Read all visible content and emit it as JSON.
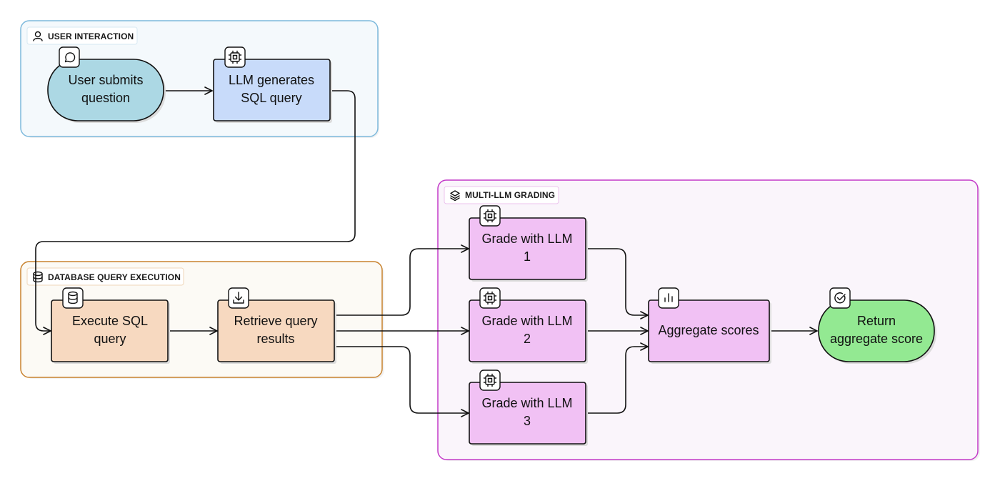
{
  "groups": {
    "user_interaction": {
      "title": "USER INTERACTION",
      "icon": "user-icon",
      "color": "#7db9dc",
      "fill": "#f4f9fc"
    },
    "database_query": {
      "title": "DATABASE QUERY EXECUTION",
      "icon": "database-icon",
      "color": "#c8822e",
      "fill": "#fcfaf5"
    },
    "multi_llm_grading": {
      "title": "MULTI-LLM GRADING",
      "icon": "layers-icon",
      "color": "#c33ac8",
      "fill": "#faf5fb"
    }
  },
  "nodes": {
    "user_submits": {
      "line1": "User submits",
      "line2": "question",
      "icon": "message-circle-icon",
      "fill": "#acd8e4"
    },
    "llm_generates": {
      "line1": "LLM generates",
      "line2": "SQL query",
      "icon": "cpu-icon",
      "fill": "#c8dbfa"
    },
    "execute_sql": {
      "line1": "Execute SQL",
      "line2": "query",
      "icon": "database-icon",
      "fill": "#f7d9c0"
    },
    "retrieve_results": {
      "line1": "Retrieve query",
      "line2": "results",
      "icon": "download-icon",
      "fill": "#f7d9c0"
    },
    "grade_1": {
      "line1": "Grade with LLM",
      "line2": "1",
      "icon": "cpu-icon",
      "fill": "#f1c1f4"
    },
    "grade_2": {
      "line1": "Grade with LLM",
      "line2": "2",
      "icon": "cpu-icon",
      "fill": "#f1c1f4"
    },
    "grade_3": {
      "line1": "Grade with LLM",
      "line2": "3",
      "icon": "cpu-icon",
      "fill": "#f1c1f4"
    },
    "aggregate": {
      "line1": "Aggregate scores",
      "icon": "bar-chart-icon",
      "fill": "#f1c1f4"
    },
    "return_score": {
      "line1": "Return",
      "line2": "aggregate score",
      "icon": "check-circle-icon",
      "fill": "#93e992"
    }
  },
  "colors": {
    "stroke": "#111111",
    "shadow": "#dddddd"
  }
}
